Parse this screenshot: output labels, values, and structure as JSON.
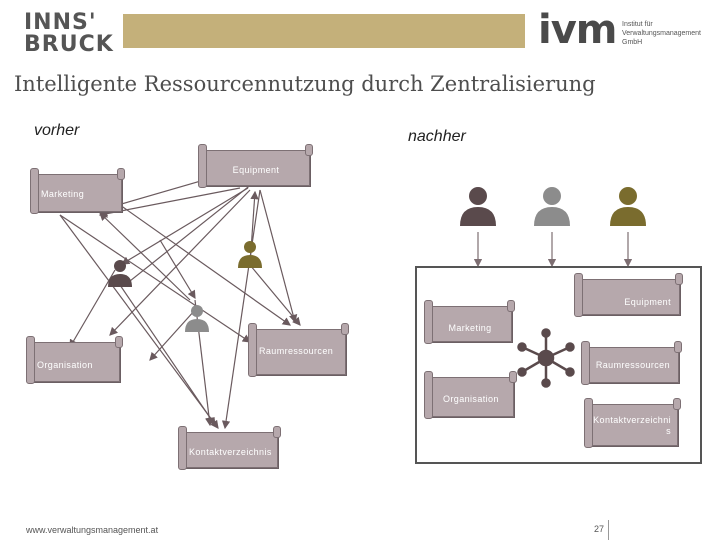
{
  "header": {
    "logo_left_line1": "INNS'",
    "logo_left_line2": "BRUCK",
    "logo_right": "ivm",
    "logo_right_subtitle": "Institut für Verwaltungsmanagement GmbH",
    "bar_color": "#c4b07a"
  },
  "title": "Intelligente Ressourcennutzung durch Zentralisierung",
  "before": {
    "label": "vorher",
    "scrolls": {
      "equipment": "Equipment",
      "marketing": "Marketing",
      "raumressourcen": "Raumressourcen",
      "organisation": "Organisation",
      "kontaktverzeichnis": "Kontaktverzeichnis"
    },
    "person_colors": [
      "#5a4a4c",
      "#7a6c2e",
      "#8c8c8c"
    ]
  },
  "after": {
    "label": "nachher",
    "scrolls": {
      "equipment": "Equipment",
      "marketing": "Marketing",
      "raumressourcen": "Raumressourcen",
      "organisation": "Organisation",
      "kontaktverzeichnis": "Kontaktverzeichni s"
    },
    "person_colors": [
      "#5a4a4c",
      "#8c8c8c",
      "#7a6c2e"
    ],
    "hub_color": "#5a4a4c"
  },
  "footer": {
    "url": "www.verwaltungsmanagement.at",
    "page": "27"
  }
}
